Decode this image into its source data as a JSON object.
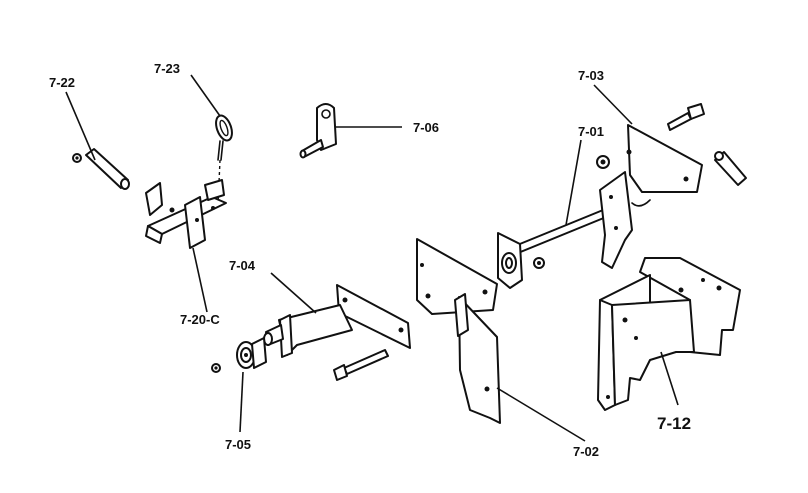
{
  "labels": {
    "p7_22": "7-22",
    "p7_23": "7-23",
    "p7_06": "7-06",
    "p7_03": "7-03",
    "p7_01": "7-01",
    "p7_04": "7-04",
    "p7_20c": "7-20-C",
    "p7_05": "7-05",
    "p7_02": "7-02",
    "p7_12": "7-12"
  }
}
